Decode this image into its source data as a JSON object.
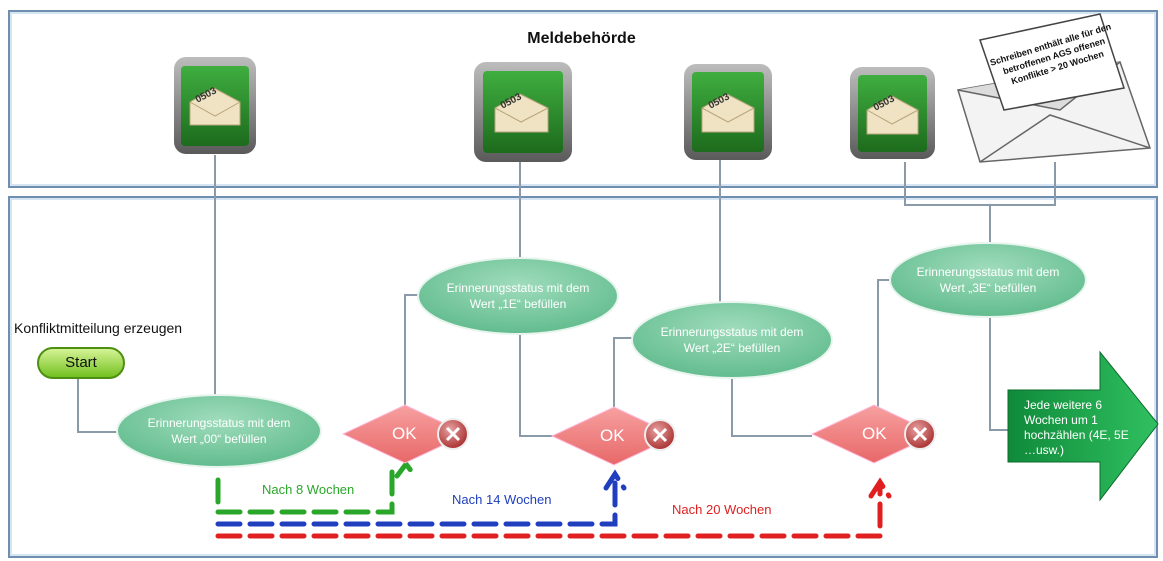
{
  "title": "Meldebehörde",
  "envelope_code": "0503",
  "letter_text": "Schreiben enthält alle für den betroffenen AGS offenen Konflikte > 20 Wochen",
  "konflikt_label": "Konfliktmitteilung erzeugen",
  "start_label": "Start",
  "steps": [
    {
      "text": "Erinnerungsstatus  mit dem\nWert „00“ befüllen"
    },
    {
      "text": "Erinnerungsstatus  mit dem\nWert „1E“ befüllen"
    },
    {
      "text": "Erinnerungsstatus  mit dem\nWert „2E“ befüllen"
    },
    {
      "text": "Erinnerungsstatus  mit dem\nWert „3E“ befüllen"
    }
  ],
  "ok_label": "OK",
  "arrow_text": "Jede weitere 6\nWochen um 1\nhochzählen  (4E, 5E\n…usw.)",
  "timers": [
    {
      "label": "Nach 8 Wochen",
      "color": "#2aa62a"
    },
    {
      "label": "Nach 14 Wochen",
      "color": "#1f3fbf"
    },
    {
      "label": "Nach 20 Wochen",
      "color": "#e02020"
    }
  ],
  "colors": {
    "ellipse": "#7cc9a0",
    "diamond": "#f08080",
    "arrow": "#1fa84e",
    "icon_green": "#2f8a2f"
  }
}
